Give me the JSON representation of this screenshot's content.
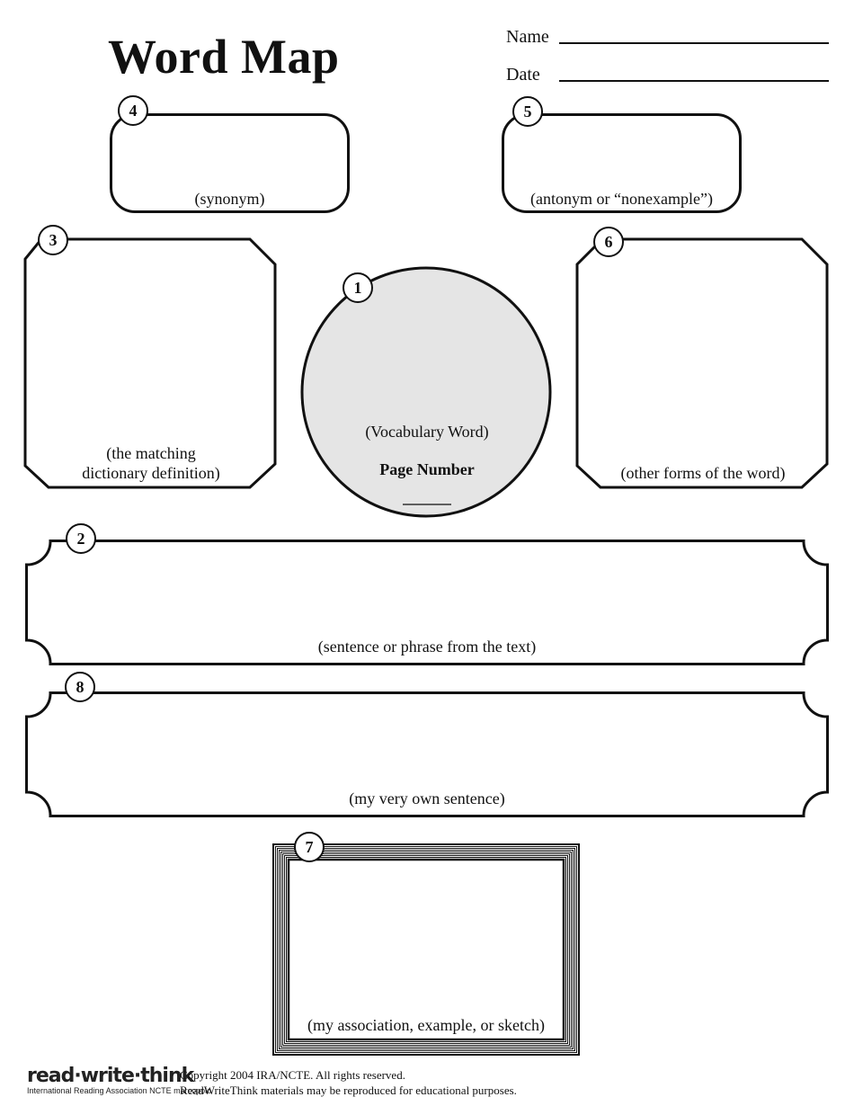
{
  "header": {
    "title": "Word Map",
    "name_label": "Name",
    "date_label": "Date"
  },
  "boxes": {
    "b1": {
      "number": "1",
      "label": "(Vocabulary Word)",
      "sub_label": "Page Number"
    },
    "b2": {
      "number": "2",
      "label": "(sentence or phrase from the text)"
    },
    "b3": {
      "number": "3",
      "label_line1": "(the matching",
      "label_line2": "dictionary definition)"
    },
    "b4": {
      "number": "4",
      "label": "(synonym)"
    },
    "b5": {
      "number": "5",
      "label": "(antonym or “nonexample”)"
    },
    "b6": {
      "number": "6",
      "label": "(other forms of the word)"
    },
    "b7": {
      "number": "7",
      "label": "(my association, example, or sketch)"
    },
    "b8": {
      "number": "8",
      "label": "(my very own sentence)"
    }
  },
  "footer": {
    "logo": "read·write·think",
    "partners": "International Reading Association   NCTE   marcopolo",
    "copyright": "Copyright 2004 IRA/NCTE. All rights reserved.",
    "reproduce": "ReadWriteThink materials may be reproduced for educational purposes."
  }
}
